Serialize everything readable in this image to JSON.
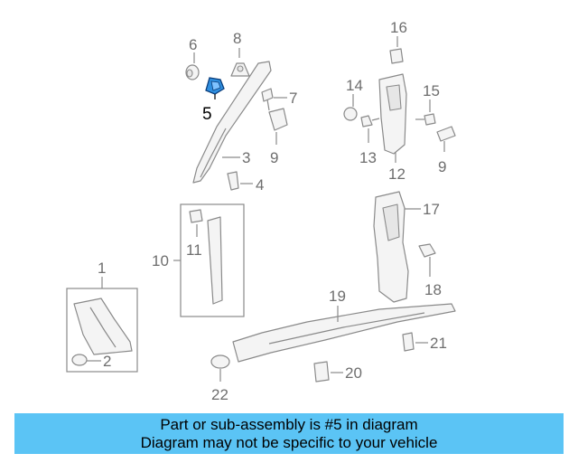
{
  "highlight": {
    "color": "#2f8fe0",
    "callout": "5"
  },
  "callouts": {
    "c1": "1",
    "c2": "2",
    "c3": "3",
    "c4": "4",
    "c5": "5",
    "c6": "6",
    "c7": "7",
    "c8": "8",
    "c9a": "9",
    "c9b": "9",
    "c10": "10",
    "c11": "11",
    "c12": "12",
    "c13": "13",
    "c14": "14",
    "c15": "15",
    "c16": "16",
    "c17": "17",
    "c18": "18",
    "c19": "19",
    "c20": "20",
    "c21": "21",
    "c22": "22"
  },
  "footer": {
    "line1": "Part or sub-assembly is #5 in diagram",
    "line2": "Diagram may not be specific to your vehicle",
    "background": "#5bc4f5"
  }
}
